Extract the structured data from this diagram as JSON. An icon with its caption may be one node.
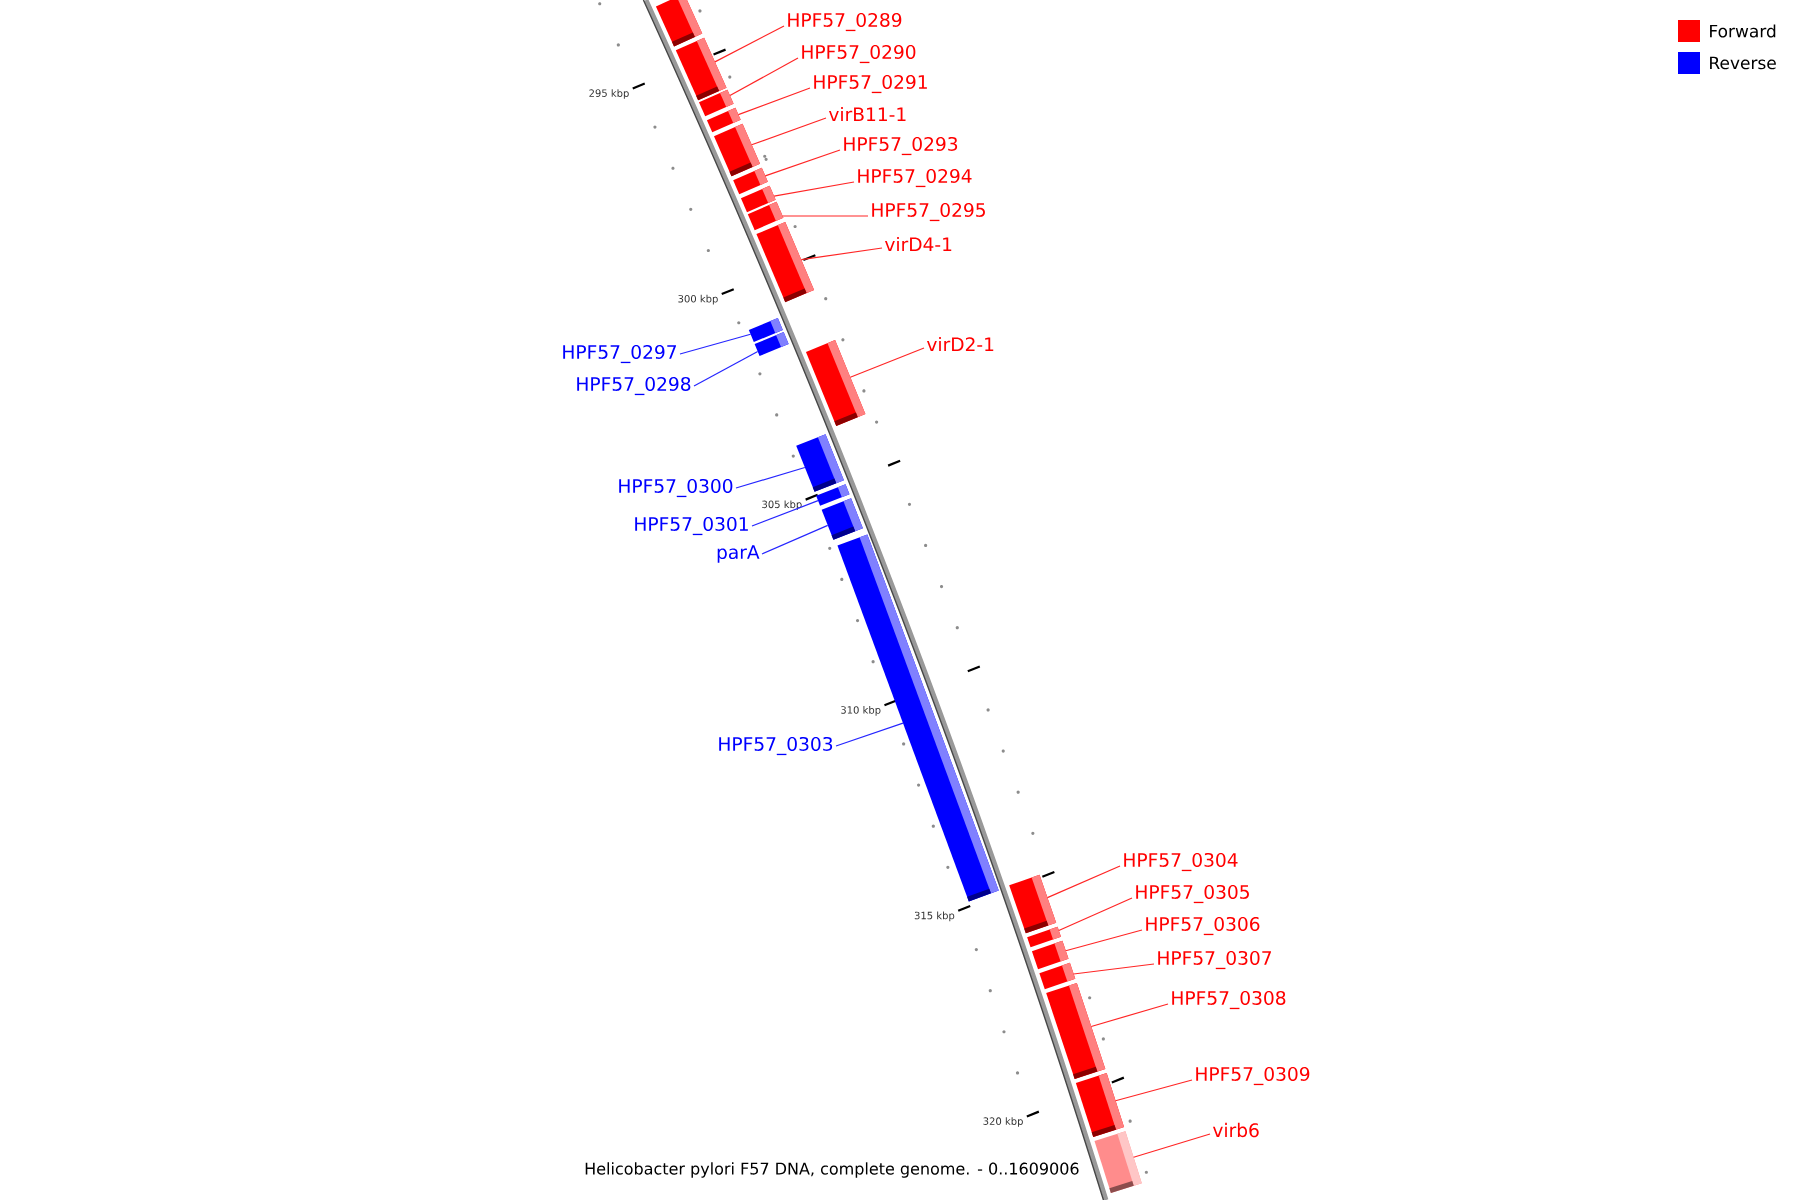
{
  "diagram": {
    "caption": "Helicobacter pylori F57 DNA, complete genome. - 0..1609006",
    "nodes": [
      {
        "text": [],
        "shape": "bar"
      },
      {
        "text": [
          "HPF57_0289"
        ]
      },
      {
        "text": [],
        "shape": "bar"
      },
      {
        "text": [
          "HPF57_0290"
        ]
      },
      {
        "text": [],
        "shape": "bar"
      },
      {
        "text": [
          "HPF57_0291"
        ]
      },
      {
        "text": [],
        "shape": "bar"
      },
      {
        "text": [
          "virB11-1"
        ]
      },
      {
        "text": [],
        "shape": "bar"
      },
      {
        "text": [
          "HPF57_0293"
        ]
      },
      {
        "text": [],
        "shape": "bar"
      },
      {
        "text": [
          "HPF57_0294"
        ]
      },
      {
        "text": [],
        "shape": "bar"
      },
      {
        "text": [
          "HPF57_0295"
        ]
      },
      {
        "text": [],
        "shape": "bar"
      },
      {
        "text": [
          "virD4-1"
        ]
      },
      {
        "text": [],
        "shape": "bar"
      },
      {
        "text": [
          "virD2-1"
        ]
      },
      {
        "text": [],
        "shape": "bar"
      },
      {
        "text": [
          "HPF57_0297"
        ]
      },
      {
        "text": [],
        "shape": "bar"
      },
      {
        "text": [
          "HPF57_0298"
        ]
      },
      {
        "text": [],
        "shape": "bar"
      },
      {
        "text": [
          "HPF57_0300"
        ]
      },
      {
        "text": [],
        "shape": "bar"
      },
      {
        "text": [
          "HPF57_0301"
        ]
      },
      {
        "text": [],
        "shape": "bar"
      },
      {
        "text": [
          "parA"
        ]
      },
      {
        "text": [],
        "shape": "bar"
      },
      {
        "text": [
          "HPF57_0303"
        ]
      },
      {
        "text": [],
        "shape": "bar"
      },
      {
        "text": [
          "HPF57_0304"
        ]
      },
      {
        "text": [],
        "shape": "bar"
      },
      {
        "text": [
          "HPF57_0305"
        ]
      },
      {
        "text": [],
        "shape": "bar"
      },
      {
        "text": [
          "HPF57_0306"
        ]
      },
      {
        "text": [],
        "shape": "bar"
      },
      {
        "text": [
          "HPF57_0307"
        ]
      },
      {
        "text": [],
        "shape": "bar"
      },
      {
        "text": [
          "HPF57_0308"
        ]
      },
      {
        "text": [],
        "shape": "bar"
      },
      {
        "text": [
          "HPF57_0309"
        ]
      },
      {
        "text": [],
        "shape": "bar"
      },
      {
        "text": [
          "virb6"
        ]
      },
      {
        "text": [],
        "shape": "bar"
      }
    ],
    "edges": [
      {
        "from": 1,
        "to": 2,
        "arrow": "none"
      },
      {
        "from": 3,
        "to": 4,
        "arrow": "none"
      },
      {
        "from": 5,
        "to": 6,
        "arrow": "none"
      },
      {
        "from": 7,
        "to": 8,
        "arrow": "none"
      },
      {
        "from": 9,
        "to": 10,
        "arrow": "none"
      },
      {
        "from": 11,
        "to": 12,
        "arrow": "none"
      },
      {
        "from": 13,
        "to": 14,
        "arrow": "none"
      },
      {
        "from": 15,
        "to": 16,
        "arrow": "none"
      },
      {
        "from": 17,
        "to": 18,
        "arrow": "none"
      },
      {
        "from": 19,
        "to": 20,
        "arrow": "none",
        "color": "#0000ff"
      },
      {
        "from": 21,
        "to": 22,
        "arrow": "none",
        "color": "#0000ff"
      },
      {
        "from": 23,
        "to": 24,
        "arrow": "none",
        "color": "#0000ff"
      },
      {
        "from": 25,
        "to": 26,
        "arrow": "none",
        "color": "#0000ff"
      },
      {
        "from": 27,
        "to": 28,
        "arrow": "none",
        "color": "#0000ff"
      },
      {
        "from": 29,
        "to": 30,
        "arrow": "none",
        "color": "#0000ff"
      },
      {
        "from": 31,
        "to": 32,
        "arrow": "none"
      },
      {
        "from": 33,
        "to": 34,
        "arrow": "none"
      },
      {
        "from": 35,
        "to": 36,
        "arrow": "none"
      },
      {
        "from": 37,
        "to": 38,
        "arrow": "none"
      },
      {
        "from": 39,
        "to": 40,
        "arrow": "none"
      },
      {
        "from": 41,
        "to": 42,
        "arrow": "none"
      },
      {
        "from": 43,
        "to": 44,
        "arrow": "none"
      }
    ],
    "labels": [
      "295 kbp",
      "300 kbp",
      "305 kbp",
      "310 kbp",
      "315 kbp",
      "320 kbp"
    ],
    "legend": [
      {
        "text": "Forward",
        "color": "#ff0000"
      },
      {
        "text": "Reverse",
        "color": "#0000ff"
      }
    ]
  }
}
